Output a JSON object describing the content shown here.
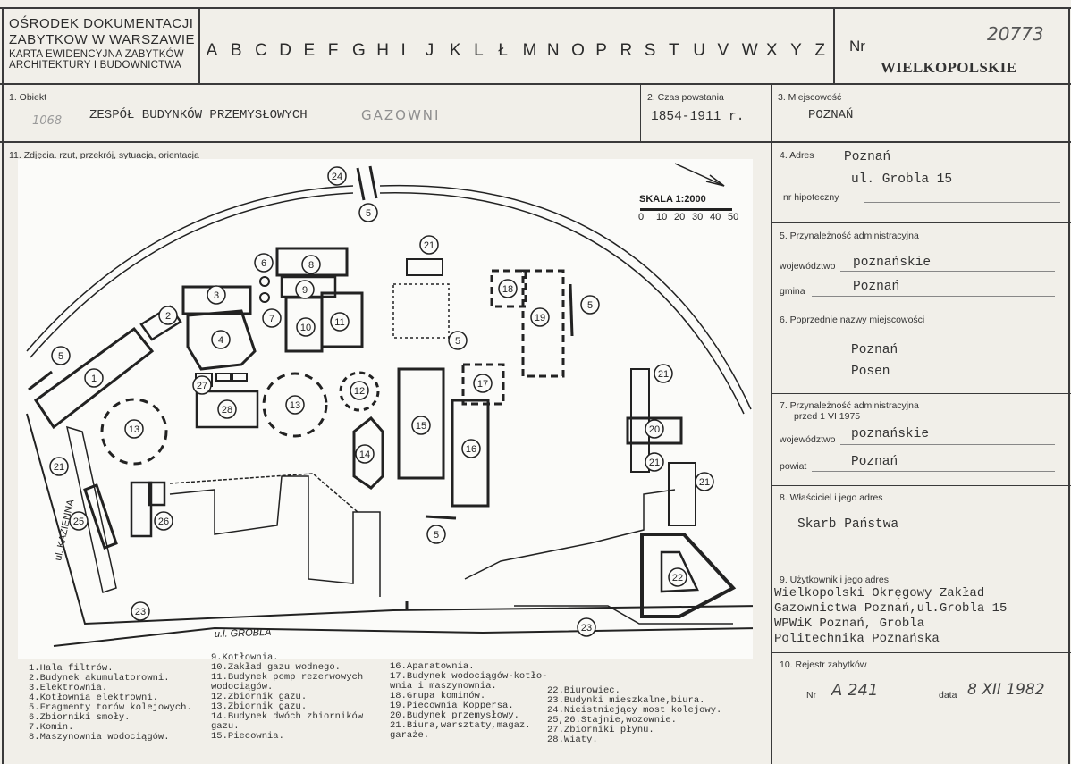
{
  "header": {
    "institution_line1": "OŚRODEK DOKUMENTACJI",
    "institution_line2": "ZABYTKOW W WARSZAWIE",
    "institution_line3": "KARTA EWIDENCYJNA ZABYTKÓW",
    "institution_line4": "ARCHITEKTURY I BUDOWNICTWA",
    "alphabet": [
      "A",
      "B",
      "C",
      "D",
      "E",
      "F",
      "G",
      "H",
      "I",
      "J",
      "K",
      "L",
      "Ł",
      "M",
      "N",
      "O",
      "P",
      "R",
      "S",
      "T",
      "U",
      "V",
      "W",
      "X",
      "Y",
      "Z"
    ],
    "nr_label": "Nr",
    "nr_value": "20773",
    "region": "WIELKOPOLSKIE"
  },
  "object": {
    "label": "1. Obiekt",
    "margin_note": "1068",
    "name_typed": "ZESPÓŁ BUDYNKÓW PRZEMYSŁOWYCH",
    "name_handwritten": "GAZOWNI",
    "date_label": "2. Czas powstania",
    "date_value": "1854-1911 r.",
    "place_label": "3. Miejscowość",
    "place_value": "POZNAŃ"
  },
  "photos_label": "11. Zdjęcia. rzut, przekrój, sytuacja, orientacja",
  "map": {
    "scale_title": "SKALA 1:2000",
    "scale_ticks": [
      "0",
      "10",
      "20",
      "30",
      "40",
      "50"
    ],
    "street_grobla": "u.l. GROBLA",
    "street_kazienna": "ul. KAZIENNA",
    "labels": [
      "1",
      "2",
      "3",
      "4",
      "5",
      "6",
      "7",
      "8",
      "9",
      "10",
      "11",
      "12",
      "13",
      "14",
      "15",
      "16",
      "17",
      "18",
      "19",
      "20",
      "21",
      "22",
      "23",
      "24",
      "25",
      "26",
      "27",
      "28"
    ]
  },
  "legend": {
    "col1": [
      "1.Hala filtrów.",
      "2.Budynek akumulatorowni.",
      "3.Elektrownia.",
      "4.Kotłownia elektrowni.",
      "5.Fragmenty torów kolejowych.",
      "6.Zbiorniki smoły.",
      "7.Komin.",
      "8.Maszynownia wodociągów."
    ],
    "col2": [
      "9.Kotłownia.",
      "10.Zakład gazu wodnego.",
      "11.Budynek pomp rezerwowych",
      "   wodociągów.",
      "12.Zbiornik gazu.",
      "13.Zbiornik gazu.",
      "14.Budynek dwóch zbiorników",
      "   gazu.",
      "15.Piecownia."
    ],
    "col3": [
      "16.Aparatownia.",
      "17.Budynek wodociągów-kotło-",
      "   wnia i maszynownia.",
      "18.Grupa kominów.",
      "19.Piecownia Koppersa.",
      "20.Budynek przemysłowy.",
      "21.Biura,warsztaty,magaz.",
      "   garaże."
    ],
    "col4": [
      "22.Biurowiec.",
      "23.Budynki mieszkalne,biura.",
      "24.Nieistniejący most kolejowy.",
      "25,26.Stajnie,wozownie.",
      "27.Zbiorniki płynu.",
      "28.Wiaty."
    ]
  },
  "address": {
    "label": "4. Adres",
    "city": "Poznań",
    "street": "ul. Grobla 15",
    "mortgage_label": "nr hipoteczny"
  },
  "admin": {
    "label": "5. Przynależność administracyjna",
    "voivodeship_label": "województwo",
    "voivodeship_value": "poznańskie",
    "commune_label": "gmina",
    "commune_value": "Poznań"
  },
  "previous_names": {
    "label": "6. Poprzednie nazwy miejscowości",
    "name1": "Poznań",
    "name2": "Posen"
  },
  "admin_before": {
    "label1": "7. Przynależność administracyjna",
    "label2": "przed 1 VI 1975",
    "voivodeship_label": "województwo",
    "voivodeship_value": "poznańskie",
    "district_label": "powiat",
    "district_value": "Poznań"
  },
  "owner": {
    "label": "8. Właściciel i jego adres",
    "value": "Skarb Państwa"
  },
  "user": {
    "label": "9. Użytkownik i jego adres",
    "line1": "Wielkopolski Okręgowy Zakład",
    "line2": "Gazownictwa Poznań,ul.Grobla 15",
    "line3": "WPWiK Poznań, Grobla",
    "line4": "Politechnika Poznańska"
  },
  "register": {
    "label": "10. Rejestr zabytków",
    "nr_label": "Nr",
    "nr_value": "A 241",
    "date_label": "data",
    "date_value": "8 XII 1982"
  }
}
